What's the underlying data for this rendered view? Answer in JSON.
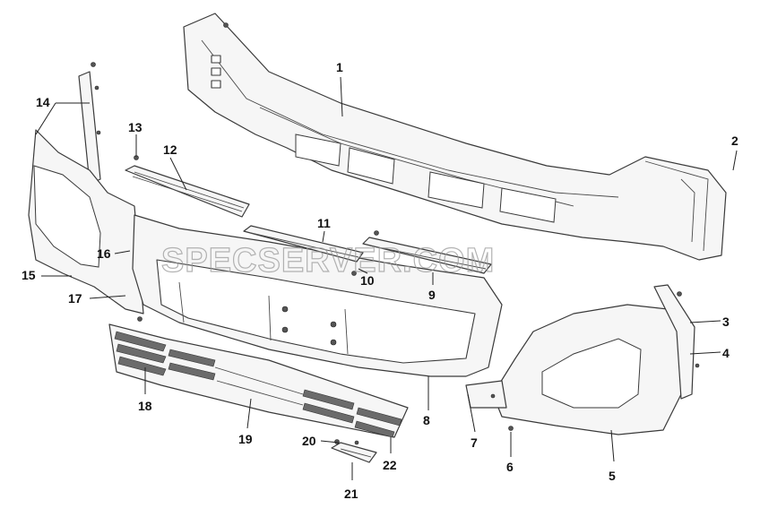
{
  "watermark": "SPECSERVER.COM",
  "callouts": [
    "1",
    "2",
    "3",
    "4",
    "5",
    "6",
    "7",
    "8",
    "9",
    "10",
    "11",
    "12",
    "13",
    "14",
    "15",
    "16",
    "17",
    "18",
    "19",
    "20",
    "21",
    "22"
  ]
}
